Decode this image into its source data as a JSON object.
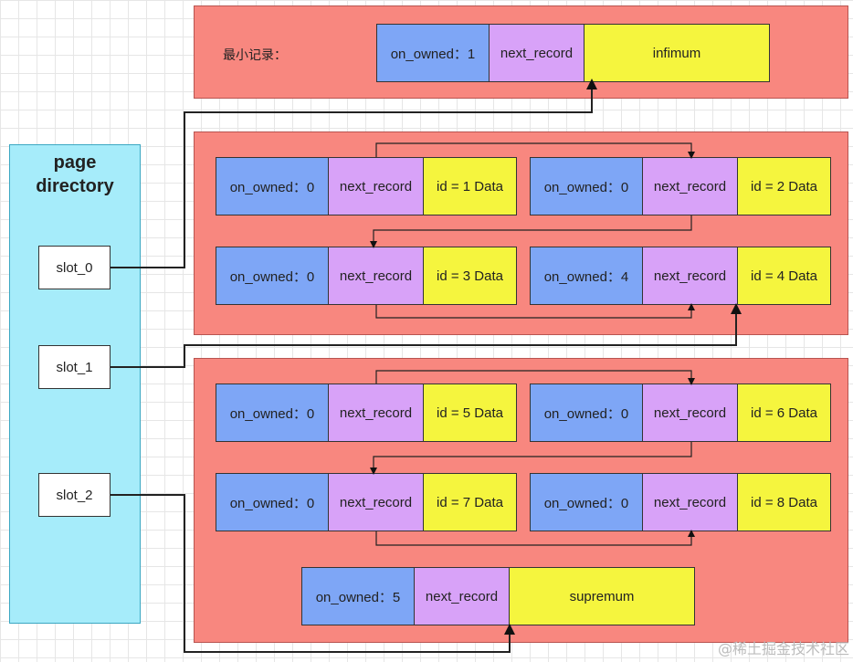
{
  "min_record": {
    "label": "最小记录：",
    "on_owned": "on_owned：1",
    "next_record": "next_record",
    "data": "infimum"
  },
  "group1": {
    "records": [
      {
        "on_owned": "on_owned：0",
        "next_record": "next_record",
        "data": "id = 1 Data"
      },
      {
        "on_owned": "on_owned：0",
        "next_record": "next_record",
        "data": "id = 2 Data"
      },
      {
        "on_owned": "on_owned：0",
        "next_record": "next_record",
        "data": "id = 3 Data"
      },
      {
        "on_owned": "on_owned：4",
        "next_record": "next_record",
        "data": "id = 4 Data"
      }
    ]
  },
  "group2": {
    "records": [
      {
        "on_owned": "on_owned：0",
        "next_record": "next_record",
        "data": "id = 5 Data"
      },
      {
        "on_owned": "on_owned：0",
        "next_record": "next_record",
        "data": "id = 6 Data"
      },
      {
        "on_owned": "on_owned：0",
        "next_record": "next_record",
        "data": "id = 7 Data"
      },
      {
        "on_owned": "on_owned：0",
        "next_record": "next_record",
        "data": "id = 8 Data"
      }
    ],
    "max_record": {
      "on_owned": "on_owned：5",
      "next_record": "next_record",
      "data": "supremum"
    }
  },
  "page_directory": {
    "title_line1": "page",
    "title_line2": "directory",
    "slots": [
      "slot_0",
      "slot_1",
      "slot_2"
    ]
  },
  "watermark": "@稀土掘金技术社区",
  "colors": {
    "group_fill": "#f8877f",
    "on_owned_fill": "#7ea6f6",
    "next_record_fill": "#d8a2f8",
    "data_fill": "#f5f53e",
    "page_directory_fill": "#a6ecfa"
  }
}
